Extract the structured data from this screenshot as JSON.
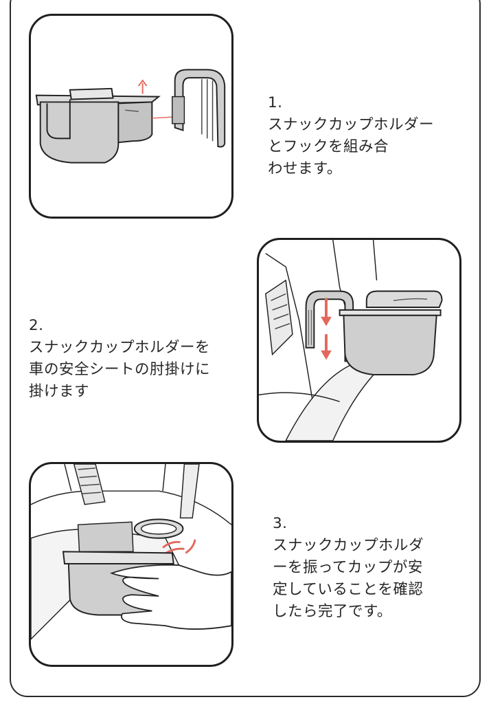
{
  "steps": [
    {
      "number": "1.",
      "lines": [
        "スナックカップホルダー",
        "とフックを組み合",
        "わせます。"
      ]
    },
    {
      "number": "2.",
      "lines": [
        "スナックカップホルダーを",
        "車の安全シートの肘掛けに",
        "掛けます"
      ]
    },
    {
      "number": "3.",
      "lines": [
        "スナックカップホルダ",
        "ーを振ってカップが安",
        "定していることを確認",
        "したら完了です。"
      ]
    }
  ],
  "colors": {
    "outline": "#1f1f1f",
    "product_gray": "#cfcfcf",
    "arrow_red": "#e2685c"
  }
}
